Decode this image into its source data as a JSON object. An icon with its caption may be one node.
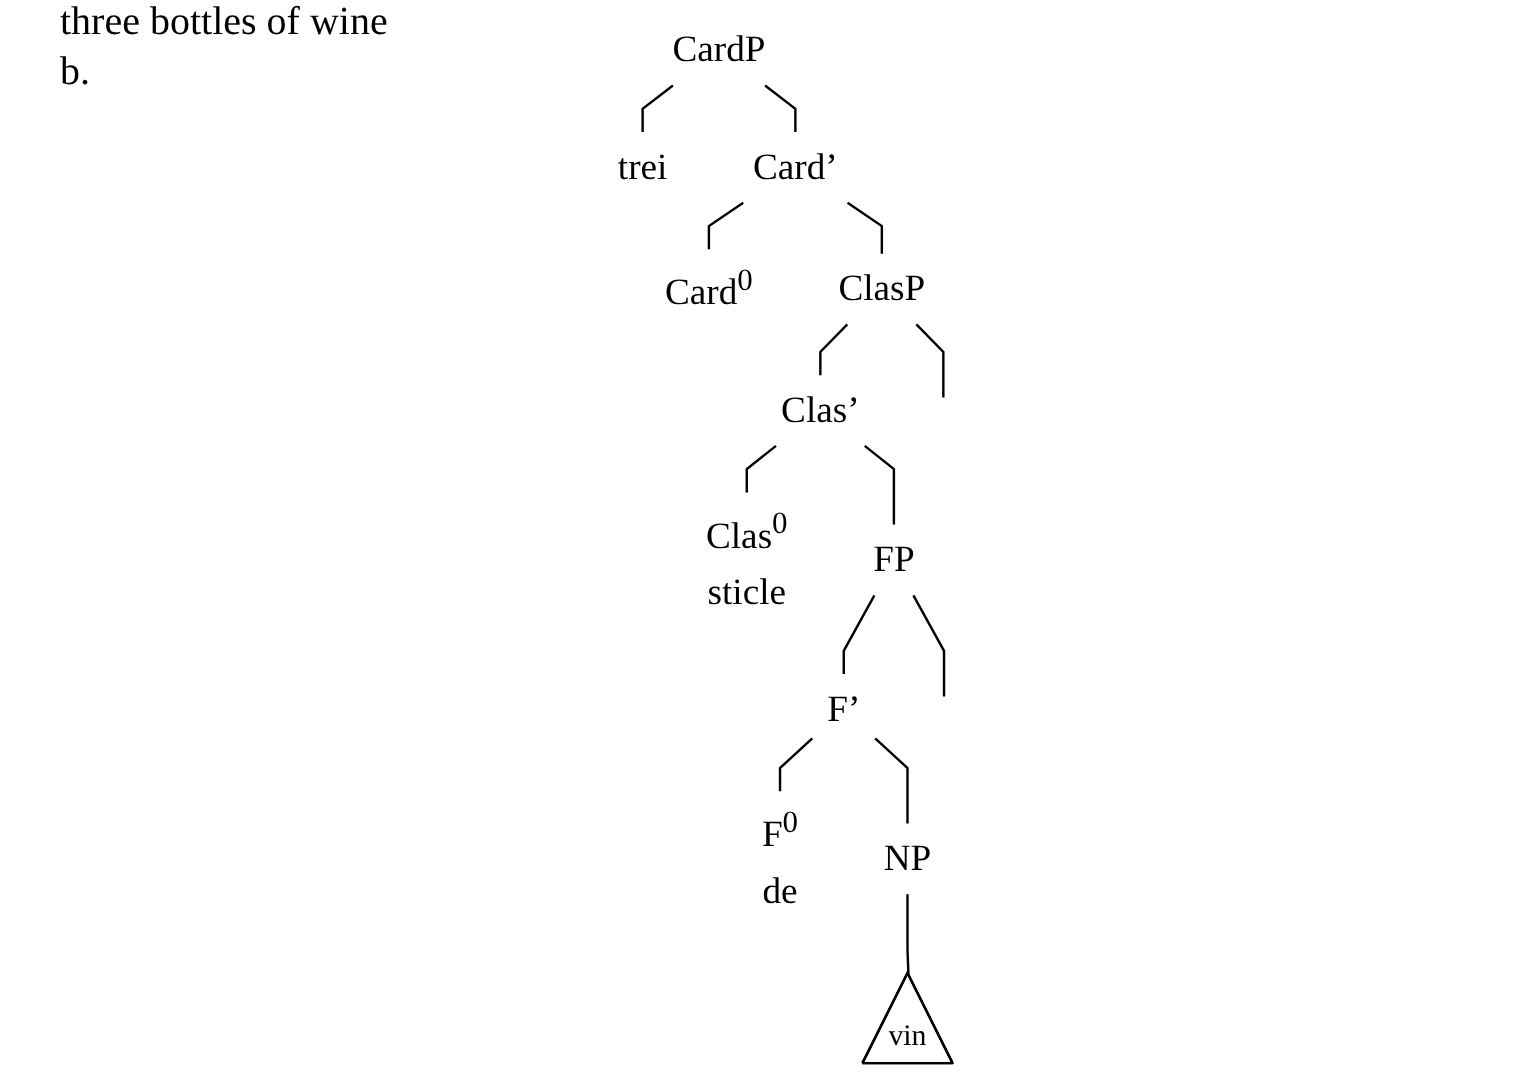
{
  "diagram": {
    "nodes": [
      {
        "text": [
          "CardP"
        ]
      },
      {
        "text": [
          "trei"
        ]
      },
      {
        "text": [
          "Card’"
        ]
      },
      {
        "text": [
          "Card$^{0}$"
        ]
      },
      {
        "text": [
          "ClasP"
        ]
      },
      {
        "text": [
          "Clas’"
        ]
      },
      {
        "text": [
          "Clas$^{0}$",
          "sticle"
        ]
      },
      {
        "text": [
          "FP"
        ]
      },
      {
        "text": [
          "F’"
        ]
      },
      {
        "text": [
          "F$^{0}$",
          "de"
        ]
      },
      {
        "text": [
          "NP"
        ]
      },
      {
        "text": [
          "vin"
        ]
      }
    ],
    "edges": [
      {
        "from": 0,
        "to": 1,
        "arrow": "none"
      },
      {
        "from": 0,
        "to": 2,
        "arrow": "none"
      },
      {
        "from": 2,
        "to": 3,
        "arrow": "none"
      },
      {
        "from": 2,
        "to": 4,
        "arrow": "none"
      },
      {
        "from": 4,
        "to": null,
        "arrow": "none"
      },
      {
        "from": 4,
        "to": 5,
        "arrow": "none"
      },
      {
        "from": 5,
        "to": 6,
        "arrow": "none"
      },
      {
        "from": 5,
        "to": 7,
        "arrow": "none"
      },
      {
        "from": 7,
        "to": null,
        "arrow": "none"
      },
      {
        "from": 7,
        "to": 8,
        "arrow": "none"
      },
      {
        "from": 8,
        "to": 9,
        "arrow": "none"
      },
      {
        "from": 8,
        "to": 10,
        "arrow": "none"
      },
      {
        "from": 10,
        "to": 11,
        "arrow": "none"
      }
    ],
    "labels": [
      "three bottles of wine",
      "b."
    ]
  }
}
